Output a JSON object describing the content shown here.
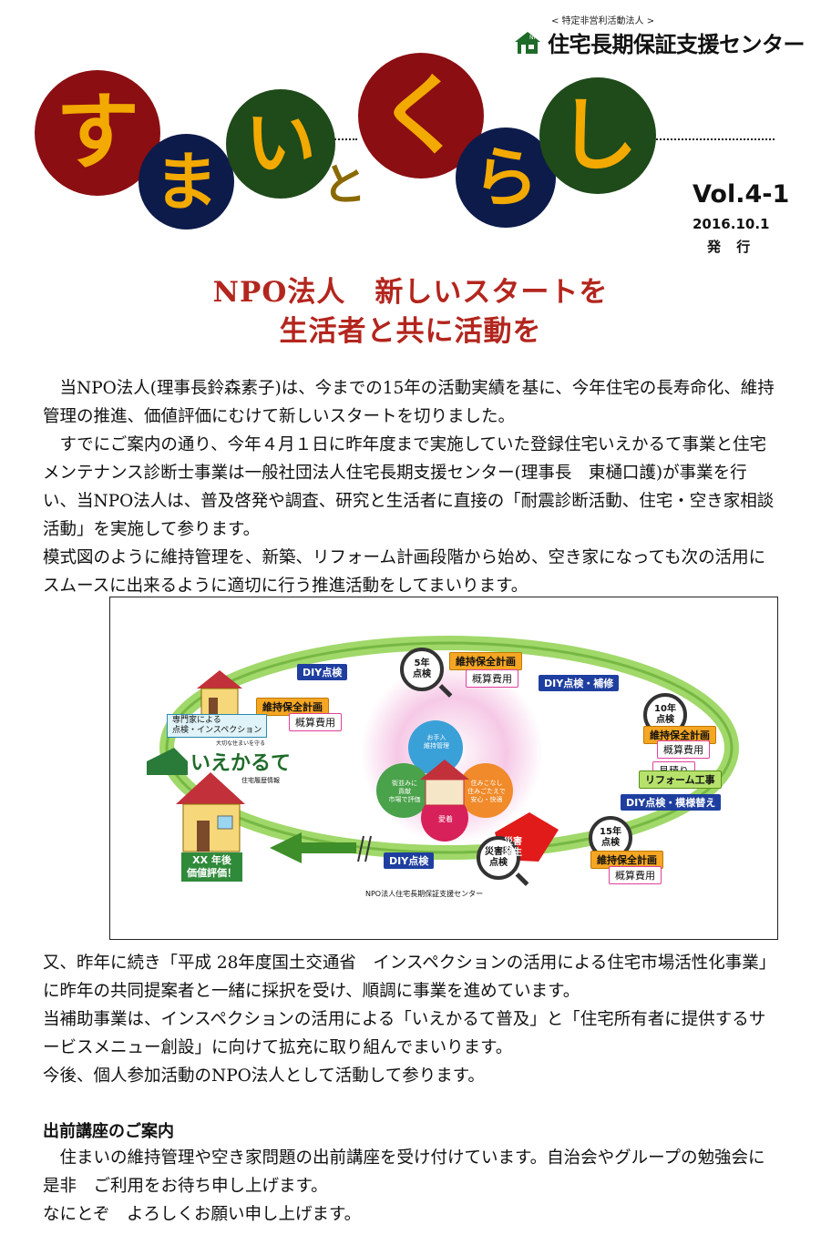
{
  "org": {
    "small_label": "< 特定非営利活動法人 >",
    "name": "住宅長期保証支援センター",
    "logo_text": "NPO"
  },
  "title": {
    "chars": [
      "す",
      "ま",
      "い",
      "と",
      "く",
      "ら",
      "し"
    ]
  },
  "issue": {
    "volume": "Vol.4-1",
    "date": "2016.10.1",
    "label": "発 行"
  },
  "headline": {
    "line1": "NPO法人　新しいスタートを",
    "line2": "生活者と共に活動を"
  },
  "paragraphs": {
    "p1": "　当NPO法人(理事長鈴森素子)は、今までの15年の活動実績を基に、今年住宅の長寿命化、維持管理の推進、価値評価にむけて新しいスタートを切りました。",
    "p2": "　すでにご案内の通り、今年４月１日に昨年度まで実施していた登録住宅いえかるて事業と住宅メンテナンス診断士事業は一般社団法人住宅長期支援センター(理事長　東樋口護)が事業を行い、当NPO法人は、普及啓発や調査、研究と生活者に直接の「耐震診断活動、住宅・空き家相談活動」を実施して参ります。",
    "p3": "模式図のように維持管理を、新築、リフォーム計画段階から始め、空き家になっても次の活用にスムースに出来るように適切に行う推進活動をしてまいります。",
    "p4": "又、昨年に続き「平成 28年度国土交通省　インスペクションの活用による住宅市場活性化事業」に昨年の共同提案者と一緒に採択を受け、順調に事業を進めています。",
    "p5": "当補助事業は、インスペクションの活用による「いえかるて普及」と「住宅所有者に提供するサービスメニュー創設」に向けて拡充に取り組んでまいります。",
    "p6": "今後、個人参加活動のNPO法人として活動して参ります。"
  },
  "diagram": {
    "diy1": "DIY点検",
    "diy2": "DIY点検・補修",
    "diy3": "DIY点検・模様替え",
    "diy4": "DIY点検",
    "mag5": "5年\n点検",
    "mag10": "10年\n点検",
    "mag15": "15年\n点検",
    "mag_disaster": "災害時\n点検",
    "plan": "維持保全計画",
    "cost": "概算費用",
    "estimate": "見積り",
    "reform": "リフォーム工事",
    "inspection_l1": "専門家による",
    "inspection_l2": "点検・インスペクション",
    "disaster": "災害\n発生",
    "xx_l1": "XX 年後",
    "xx_l2": "価値評価！",
    "iekarute_small": "大切な住まいを守る",
    "iekarute": "いえかるて",
    "iekarute_sub": "住宅履歴情報",
    "c1": "お手入\n維持管理",
    "c2": "街並みに\n貢献\n市場で評価",
    "c3": "住みこなし\n住みごたえで\n安心・快適",
    "c4": "愛着",
    "footer": "NPO法人住宅長期保証支援センター"
  },
  "section": {
    "title": "出前講座のご案内",
    "p1": "　住まいの維持管理や空き家問題の出前講座を受け付けています。自治会やグループの勉強会に是非　ご利用をお待ち申し上げます。",
    "p2": "なにとぞ　よろしくお願い申し上げます。"
  },
  "colors": {
    "dark_red": "#8b0e12",
    "navy": "#0d1b4a",
    "dark_green": "#1f4a1a",
    "gold": "#f2a900",
    "headline_red": "#b3261e"
  }
}
